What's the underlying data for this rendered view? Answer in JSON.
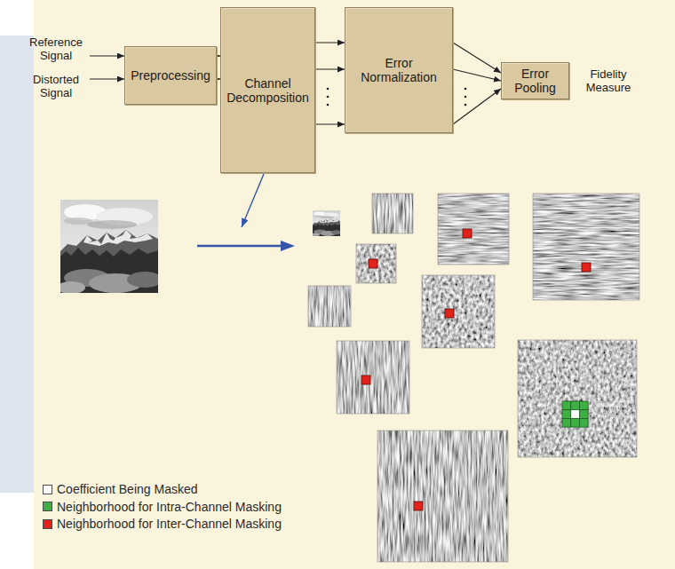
{
  "diagram": {
    "nodes": [
      {
        "text": [
          "Preprocessing"
        ]
      },
      {
        "text": [
          "Channel Decomposition"
        ]
      },
      {
        "text": [
          "Error Normalization"
        ]
      },
      {
        "text": [
          "Error Pooling"
        ]
      }
    ],
    "edges": [
      {
        "from": 0,
        "to": 1,
        "arrow": "to"
      },
      {
        "from": 0,
        "to": 1,
        "arrow": "to"
      },
      {
        "from": 1,
        "to": 2,
        "arrow": "to"
      },
      {
        "from": 1,
        "to": 2,
        "arrow": "to"
      },
      {
        "from": 1,
        "to": 2,
        "arrow": "to"
      },
      {
        "from": 2,
        "to": 3,
        "arrow": "to"
      },
      {
        "from": 2,
        "to": 3,
        "arrow": "to"
      },
      {
        "from": 2,
        "to": 3,
        "arrow": "to"
      }
    ],
    "labels": [
      "Reference Signal",
      "Distorted Signal",
      "Fidelity Measure"
    ],
    "legend": [
      {
        "text": "Coefficient Being Masked",
        "color": "#ffffff"
      },
      {
        "text": "Neighborhood for Intra-Channel Masking",
        "color": "#3cb043"
      },
      {
        "text": "Neighborhood for Inter-Channel Masking",
        "color": "#e3231b"
      }
    ]
  }
}
